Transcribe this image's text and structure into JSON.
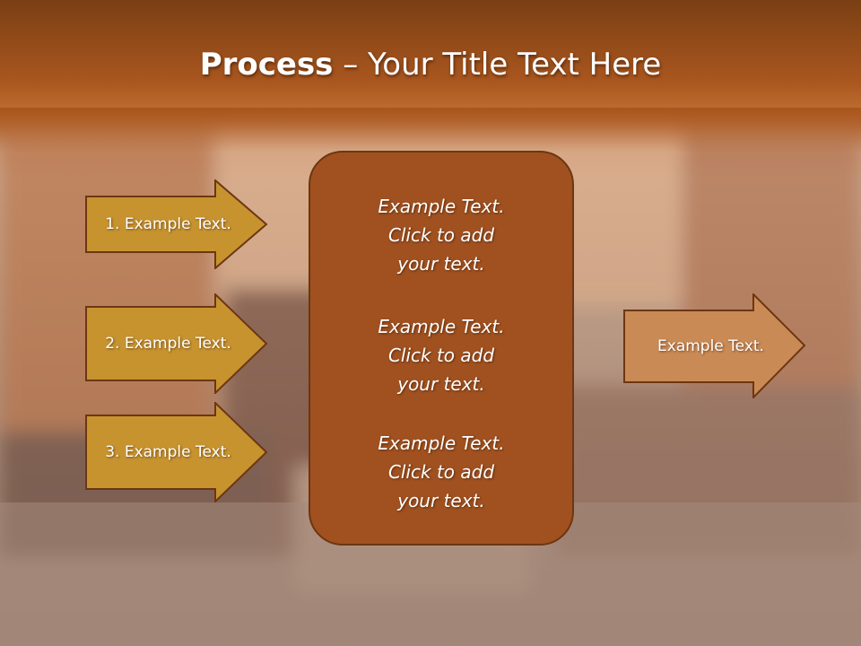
{
  "title": {
    "bold": "Process",
    "rest": " – Your Title Text Here"
  },
  "left_arrows": [
    {
      "label": "1. Example Text."
    },
    {
      "label": "2. Example Text."
    },
    {
      "label": "3. Example Text."
    }
  ],
  "center_box": {
    "blocks": [
      {
        "line1": "Example Text.",
        "line2": "Click  to add",
        "line3": "your text."
      },
      {
        "line1": "Example Text.",
        "line2": "Click  to add",
        "line3": "your text."
      },
      {
        "line1": "Example Text.",
        "line2": "Click  to add",
        "line3": "your text."
      }
    ]
  },
  "right_arrow": {
    "label": "Example Text."
  },
  "colors": {
    "left_arrow_fill": "#c6932f",
    "center_fill": "#a0511f",
    "right_arrow_fill": "#c98a55",
    "outline": "#6d3612"
  }
}
